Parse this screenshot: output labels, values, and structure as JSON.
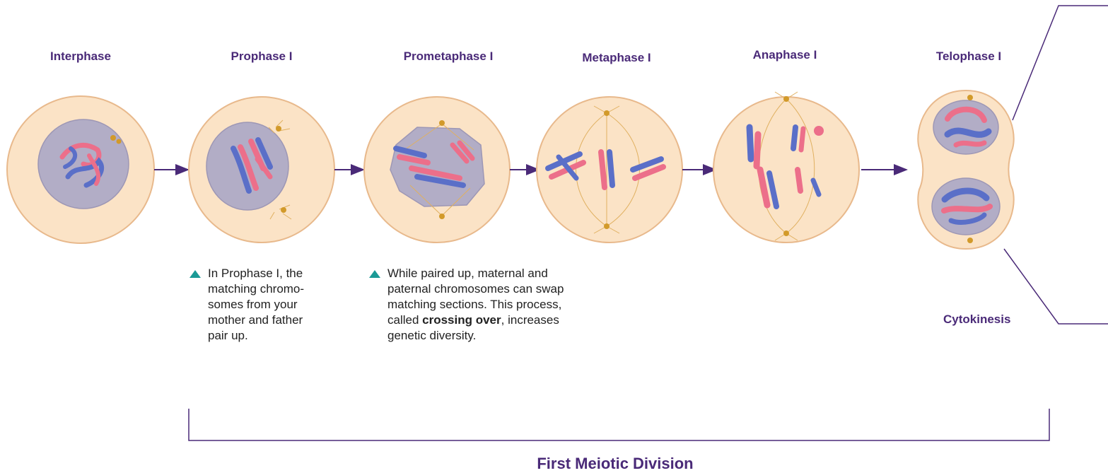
{
  "stages": [
    {
      "name": "Interphase"
    },
    {
      "name": "Prophase I"
    },
    {
      "name": "Prometaphase I"
    },
    {
      "name": "Metaphase I"
    },
    {
      "name": "Anaphase I"
    },
    {
      "name": "Telophase I"
    }
  ],
  "captions": {
    "prophase": {
      "lines": [
        "In Prophase I, the",
        "matching chromo-",
        "somes from your",
        "mother and father",
        "pair up."
      ]
    },
    "crossing": {
      "line1": "While paired up, maternal and",
      "line2": "paternal chromosomes can swap",
      "line3": "matching sections. This process,",
      "line4_pre": "called ",
      "line4_bold": "crossing over",
      "line4_post": ", increases",
      "line5": "genetic diversity."
    }
  },
  "cytokinesis_label": "Cytokinesis",
  "division_label": "First Meiotic Division",
  "colors": {
    "label": "#4a2a78",
    "cell_fill": "#fbe3c6",
    "cell_stroke": "#e8b98c",
    "nucleus_fill": "#b2adc6",
    "chromosome_blue": "#5a6fc8",
    "chromosome_pink": "#ec6f8a",
    "arrow": "#4a2a78",
    "caption_triangle": "#1a9a96"
  }
}
